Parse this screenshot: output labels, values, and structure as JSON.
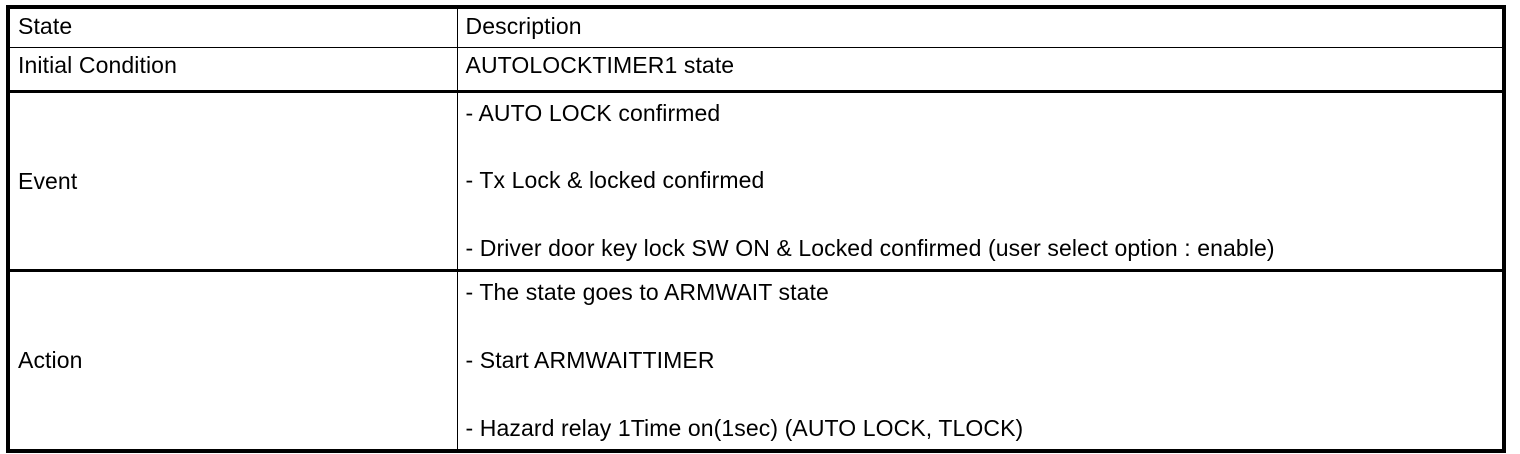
{
  "table": {
    "headers": {
      "state": "State",
      "description": "Description"
    },
    "rows": [
      {
        "label": "Initial Condition",
        "items": [
          "AUTOLOCKTIMER1 state"
        ]
      },
      {
        "label": "Event",
        "items": [
          "- AUTO LOCK confirmed",
          "- Tx Lock & locked confirmed",
          "- Driver door key lock SW ON & Locked confirmed (user select option : enable)"
        ]
      },
      {
        "label": "Action",
        "items": [
          "- The state goes to ARMWAIT state",
          "- Start ARMWAITTIMER",
          "- Hazard relay 1Time on(1sec) (AUTO LOCK, TLOCK)"
        ]
      }
    ]
  },
  "colors": {
    "border": "#000000",
    "text": "#000000",
    "background": "#ffffff"
  }
}
